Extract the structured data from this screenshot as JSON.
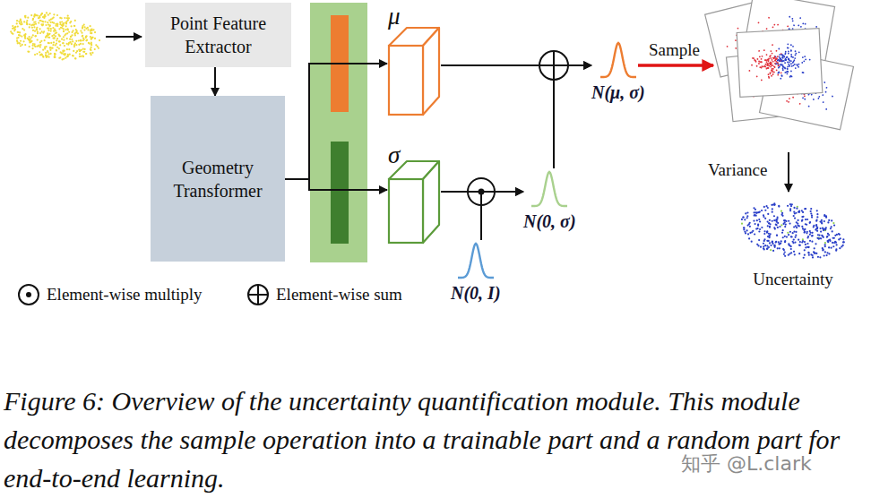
{
  "diagram": {
    "caption": "Figure 6: Overview of the uncertainty quantification module. This module decomposes the sample operation into a trainable part and a random part for end-to-end learning.",
    "nodes": [
      {
        "text": [
          "Point Feature Extractor"
        ]
      },
      {
        "text": [
          "Geometry Transformer"
        ]
      },
      {
        "text": [
          "μ"
        ]
      },
      {
        "text": [
          "σ"
        ]
      },
      {
        "text": [
          "N(μ, σ)"
        ]
      },
      {
        "text": [
          "N(0, σ)"
        ]
      },
      {
        "text": [
          "N(0, I)"
        ]
      },
      {
        "text": [
          "Uncertainty"
        ]
      }
    ],
    "edges": [
      {
        "from": 0,
        "to": 1,
        "arrow": "to"
      },
      {
        "from": 1,
        "to": 2,
        "arrow": "to"
      },
      {
        "from": 1,
        "to": 3,
        "arrow": "to"
      },
      {
        "from": 2,
        "to": 4,
        "arrow": "to"
      },
      {
        "from": 3,
        "to": 5,
        "arrow": "to"
      },
      {
        "from": 6,
        "to": 5,
        "arrow": "to"
      },
      {
        "from": 5,
        "to": 4,
        "arrow": "to"
      }
    ],
    "labels": [
      "Sample",
      "Variance",
      "知乎 @L.clark"
    ],
    "legend": [
      {
        "text": "Element-wise multiply"
      },
      {
        "text": "Element-wise sum"
      }
    ]
  }
}
